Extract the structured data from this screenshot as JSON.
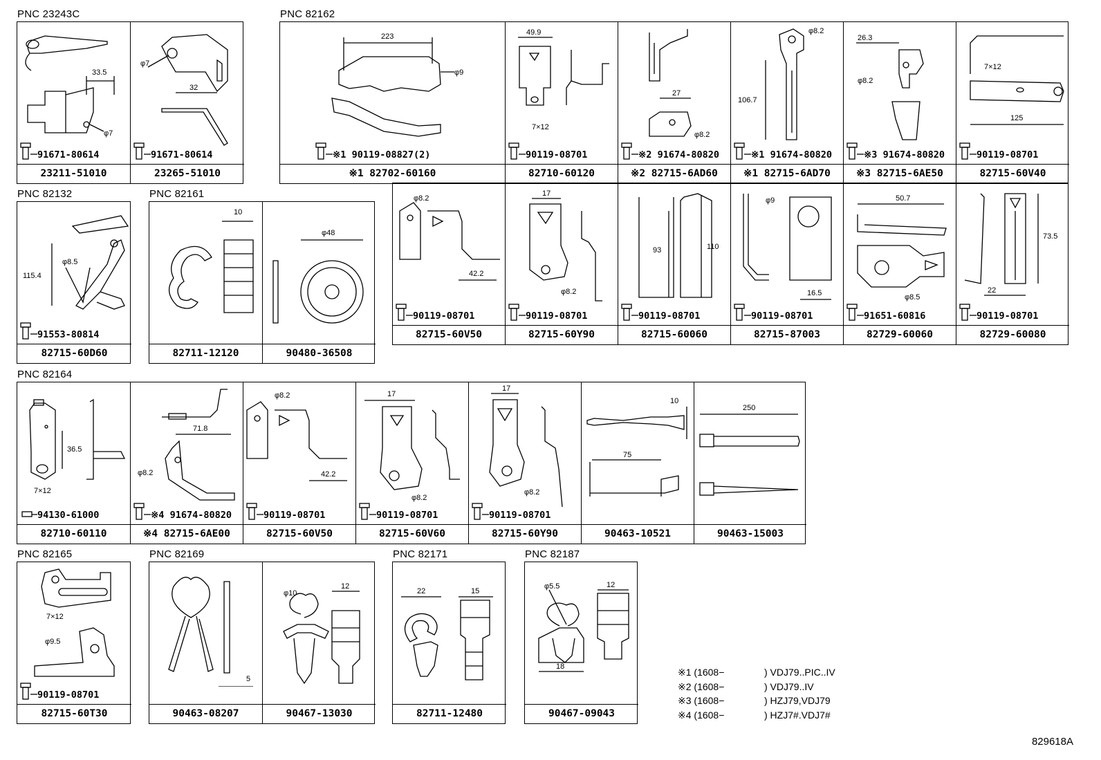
{
  "groups": [
    {
      "pnc": "PNC 23243C",
      "cells": [
        {
          "bolt": "91671-80614",
          "part": "23211-51010",
          "dims": [
            "33.5",
            "φ7"
          ]
        },
        {
          "bolt": "91671-80614",
          "part": "23265-51010",
          "dims": [
            "φ7",
            "32"
          ]
        }
      ]
    },
    {
      "pnc": "PNC 82162",
      "cells": [
        {
          "bolt": "※1 90119-08827(2)",
          "part": "※1 82702-60160",
          "dims": [
            "223",
            "φ9"
          ]
        },
        {
          "bolt": "90119-08701",
          "part": "82710-60120",
          "dims": [
            "49.9",
            "7×12"
          ]
        },
        {
          "bolt": "※2 91674-80820",
          "part": "※2 82715-6AD60",
          "dims": [
            "27",
            "φ8.2"
          ]
        },
        {
          "bolt": "※1 91674-80820",
          "part": "※1 82715-6AD70",
          "dims": [
            "φ8.2",
            "106.7"
          ]
        },
        {
          "bolt": "※3 91674-80820",
          "part": "※3 82715-6AE50",
          "dims": [
            "26.3",
            "φ8.2"
          ]
        },
        {
          "bolt": "90119-08701",
          "part": "82715-60V40",
          "dims": [
            "7×12",
            "125"
          ]
        }
      ]
    },
    {
      "pnc": "PNC 82132",
      "cells": [
        {
          "bolt": "91553-80814",
          "part": "82715-60D60",
          "dims": [
            "φ8.5",
            "115.4"
          ]
        }
      ]
    },
    {
      "pnc": "PNC 82161",
      "cells": [
        {
          "bolt": "",
          "part": "82711-12120",
          "dims": [
            "10"
          ]
        },
        {
          "bolt": "",
          "part": "90480-36508",
          "dims": [
            "φ48"
          ]
        }
      ]
    },
    {
      "pnc": "",
      "cells": [
        {
          "bolt": "90119-08701",
          "part": "82715-60V50",
          "dims": [
            "φ8.2",
            "42.2"
          ]
        },
        {
          "bolt": "90119-08701",
          "part": "82715-60Y90",
          "dims": [
            "17",
            "φ8.2"
          ]
        },
        {
          "bolt": "90119-08701",
          "part": "82715-60060",
          "dims": [
            "93",
            "110"
          ]
        },
        {
          "bolt": "90119-08701",
          "part": "82715-87003",
          "dims": [
            "φ9",
            "16.5"
          ]
        },
        {
          "bolt": "91651-60816",
          "part": "82729-60060",
          "dims": [
            "50.7",
            "φ8.5"
          ]
        },
        {
          "bolt": "90119-08701",
          "part": "82729-60080",
          "dims": [
            "73.5",
            "22"
          ]
        }
      ]
    },
    {
      "pnc": "PNC 82164",
      "cells": [
        {
          "bolt": "94130-61000",
          "part": "82710-60110",
          "dims": [
            "36.5",
            "7×12"
          ]
        },
        {
          "bolt": "※4 91674-80820",
          "part": "※4 82715-6AE00",
          "dims": [
            "71.8",
            "φ8.2"
          ]
        },
        {
          "bolt": "90119-08701",
          "part": "82715-60V50",
          "dims": [
            "φ8.2",
            "42.2"
          ]
        },
        {
          "bolt": "90119-08701",
          "part": "82715-60V60",
          "dims": [
            "17",
            "φ8.2"
          ]
        },
        {
          "bolt": "90119-08701",
          "part": "82715-60Y90",
          "dims": [
            "17",
            "φ8.2"
          ]
        },
        {
          "bolt": "",
          "part": "90463-10521",
          "dims": [
            "10",
            "75"
          ]
        },
        {
          "bolt": "",
          "part": "90463-15003",
          "dims": [
            "250"
          ]
        }
      ]
    },
    {
      "pnc": "PNC 82165",
      "cells": [
        {
          "bolt": "90119-08701",
          "part": "82715-60T30",
          "dims": [
            "7×12",
            "φ9.5"
          ]
        }
      ]
    },
    {
      "pnc": "PNC 82169",
      "cells": [
        {
          "bolt": "",
          "part": "90463-08207",
          "dims": [
            "5"
          ]
        },
        {
          "bolt": "",
          "part": "90467-13030",
          "dims": [
            "φ10",
            "12"
          ]
        }
      ]
    },
    {
      "pnc": "PNC 82171",
      "cells": [
        {
          "bolt": "",
          "part": "82711-12480",
          "dims": [
            "22",
            "15"
          ]
        }
      ]
    },
    {
      "pnc": "PNC 82187",
      "cells": [
        {
          "bolt": "",
          "part": "90467-09043",
          "dims": [
            "φ5.5",
            "12",
            "18"
          ]
        }
      ]
    }
  ],
  "notes": [
    {
      "mark": "※1 (1608−",
      "text": ") VDJ79..PIC..IV"
    },
    {
      "mark": "※2 (1608−",
      "text": ") VDJ79..IV"
    },
    {
      "mark": "※3 (1608−",
      "text": ") HZJ79,VDJ79"
    },
    {
      "mark": "※4 (1608−",
      "text": ") HZJ7#.VDJ7#"
    }
  ],
  "ref": "829618A"
}
